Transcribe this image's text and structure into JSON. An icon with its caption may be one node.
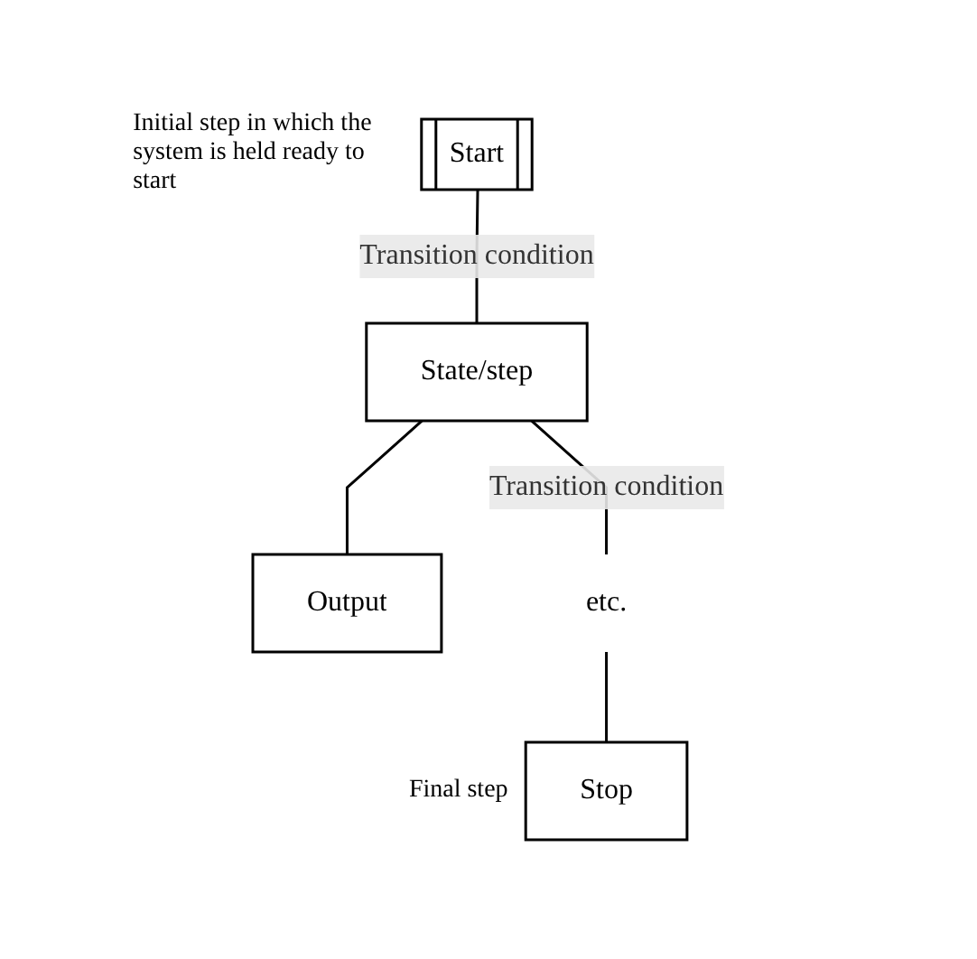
{
  "diagram": {
    "nodes": [
      {
        "text": [
          "Start"
        ],
        "beside": [
          "Initial step in which the system is held ready to start"
        ]
      },
      {
        "text": [
          "State/step"
        ]
      },
      {
        "text": [
          "Output"
        ]
      },
      {
        "text": [
          "etc."
        ]
      },
      {
        "text": [
          "Stop"
        ],
        "beside": [
          "Final step"
        ]
      }
    ],
    "edges": [
      {
        "from": 0,
        "to": 1,
        "arrow": "none",
        "label": "Transition condition"
      },
      {
        "from": 1,
        "to": 2,
        "arrow": "none"
      },
      {
        "from": 1,
        "to": 3,
        "arrow": "none",
        "label": "Transition condition"
      },
      {
        "from": 3,
        "to": 4,
        "arrow": "none"
      }
    ]
  }
}
